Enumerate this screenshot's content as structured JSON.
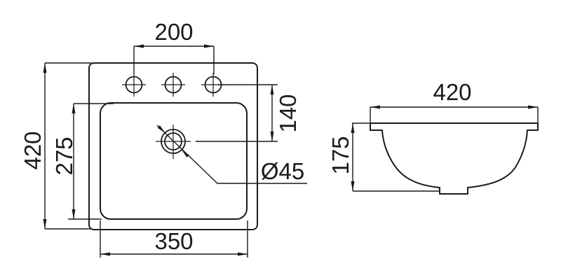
{
  "drawing": {
    "background_color": "#ffffff",
    "line_color": "#1a1a1a",
    "top_view": {
      "faucet_hole_count": 3,
      "dims": {
        "hole_spacing": "200",
        "overall_height": "420",
        "basin_depth": "275",
        "hole_to_drain": "140",
        "drain_diameter": "Ø45",
        "basin_width": "350"
      }
    },
    "side_view": {
      "dims": {
        "overall_width": "420",
        "overall_depth": "175"
      }
    }
  }
}
